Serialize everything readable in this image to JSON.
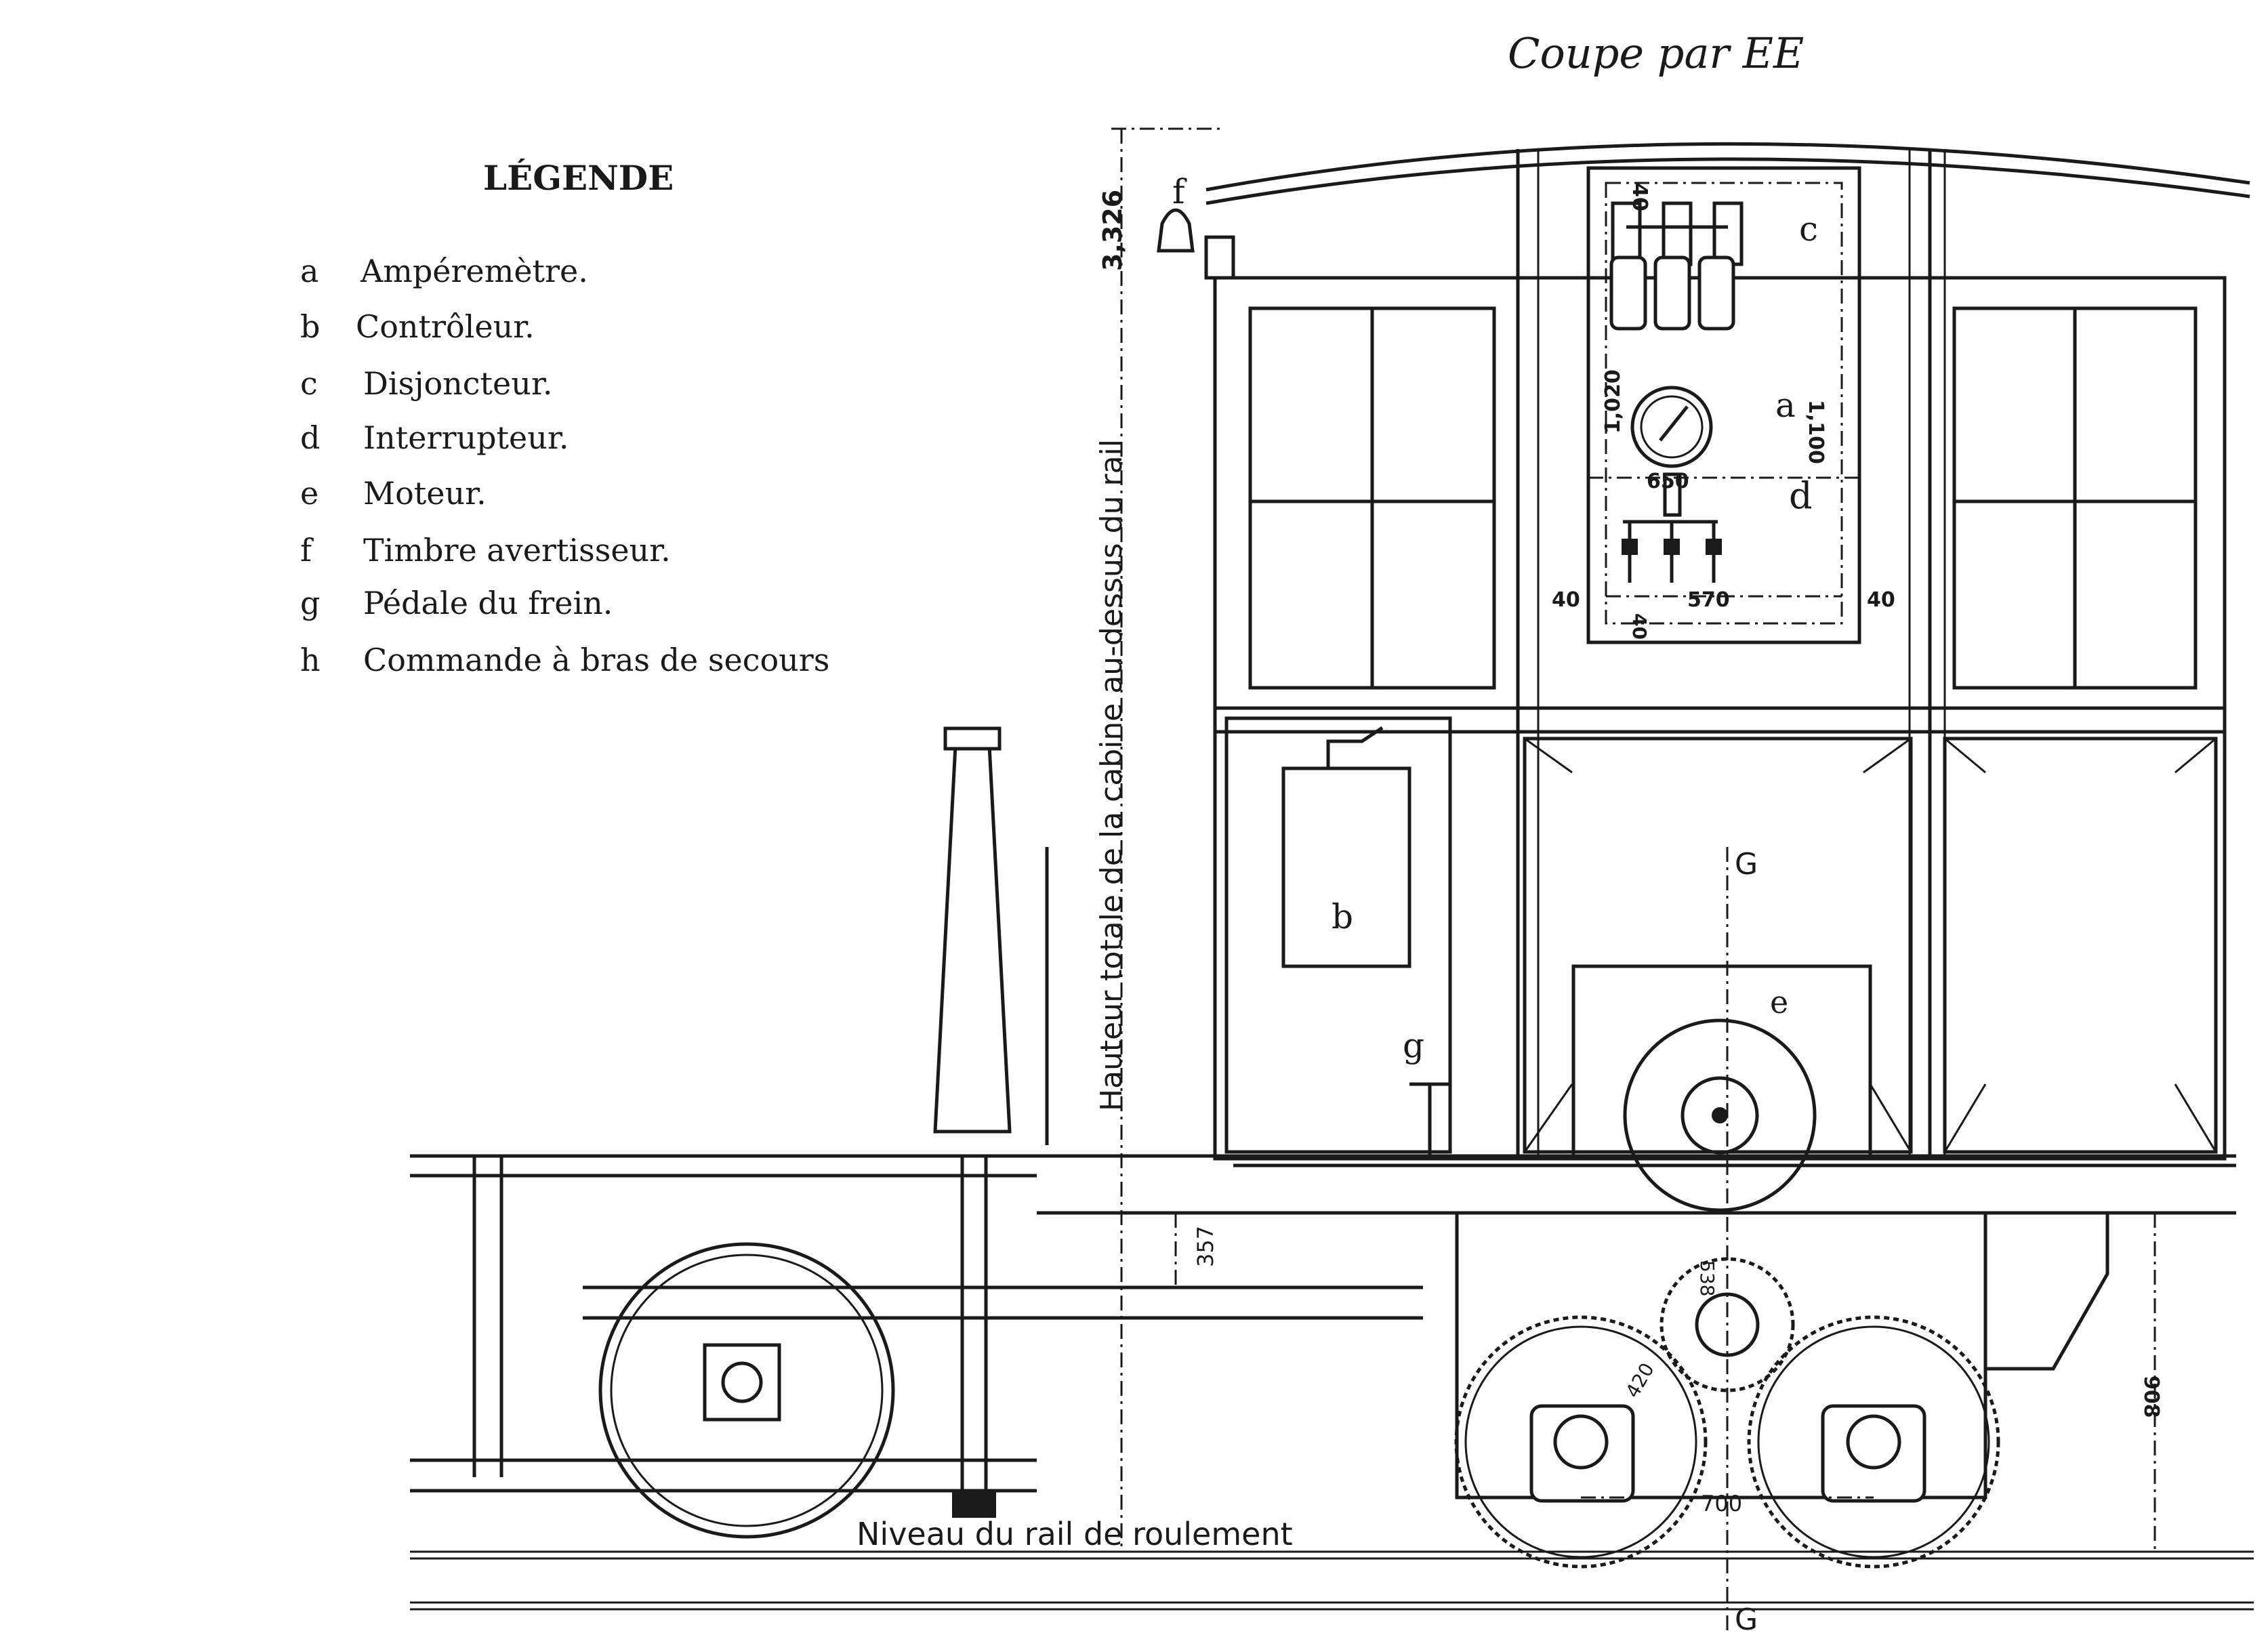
{
  "section_title": "Coupe par EE",
  "legend": {
    "title": "LÉGENDE",
    "items": [
      {
        "key": "a",
        "label": "Ampéremètre."
      },
      {
        "key": "b",
        "label": "Contrôleur."
      },
      {
        "key": "c",
        "label": "Disjoncteur."
      },
      {
        "key": "d",
        "label": "Interrupteur."
      },
      {
        "key": "e",
        "label": "Moteur."
      },
      {
        "key": "f",
        "label": "Timbre avertisseur."
      },
      {
        "key": "g",
        "label": "Pédale du frein."
      },
      {
        "key": "h",
        "label": "Commande à bras de secours"
      }
    ]
  },
  "height_label": "Hauteur totale de la cabine au-dessus du rail",
  "height_value": "3,326",
  "rail_label": "Niveau du rail de roulement",
  "section_marks": {
    "top": "G",
    "bottom": "G"
  },
  "part_labels": {
    "a": "a",
    "b": "b",
    "c": "c",
    "d": "d",
    "e": "e",
    "f": "f",
    "g": "g"
  },
  "dimensions": {
    "panel_top": "40",
    "panel_height": "1,020",
    "panel_total": "1,100",
    "panel_width": "650",
    "panel_inner": "570",
    "panel_left": "40",
    "panel_right": "40",
    "panel_bottom": "40",
    "frame_height": "357",
    "pinion": "538",
    "gear": "420",
    "axle_spacing": "700",
    "frame_to_rail": "908"
  }
}
